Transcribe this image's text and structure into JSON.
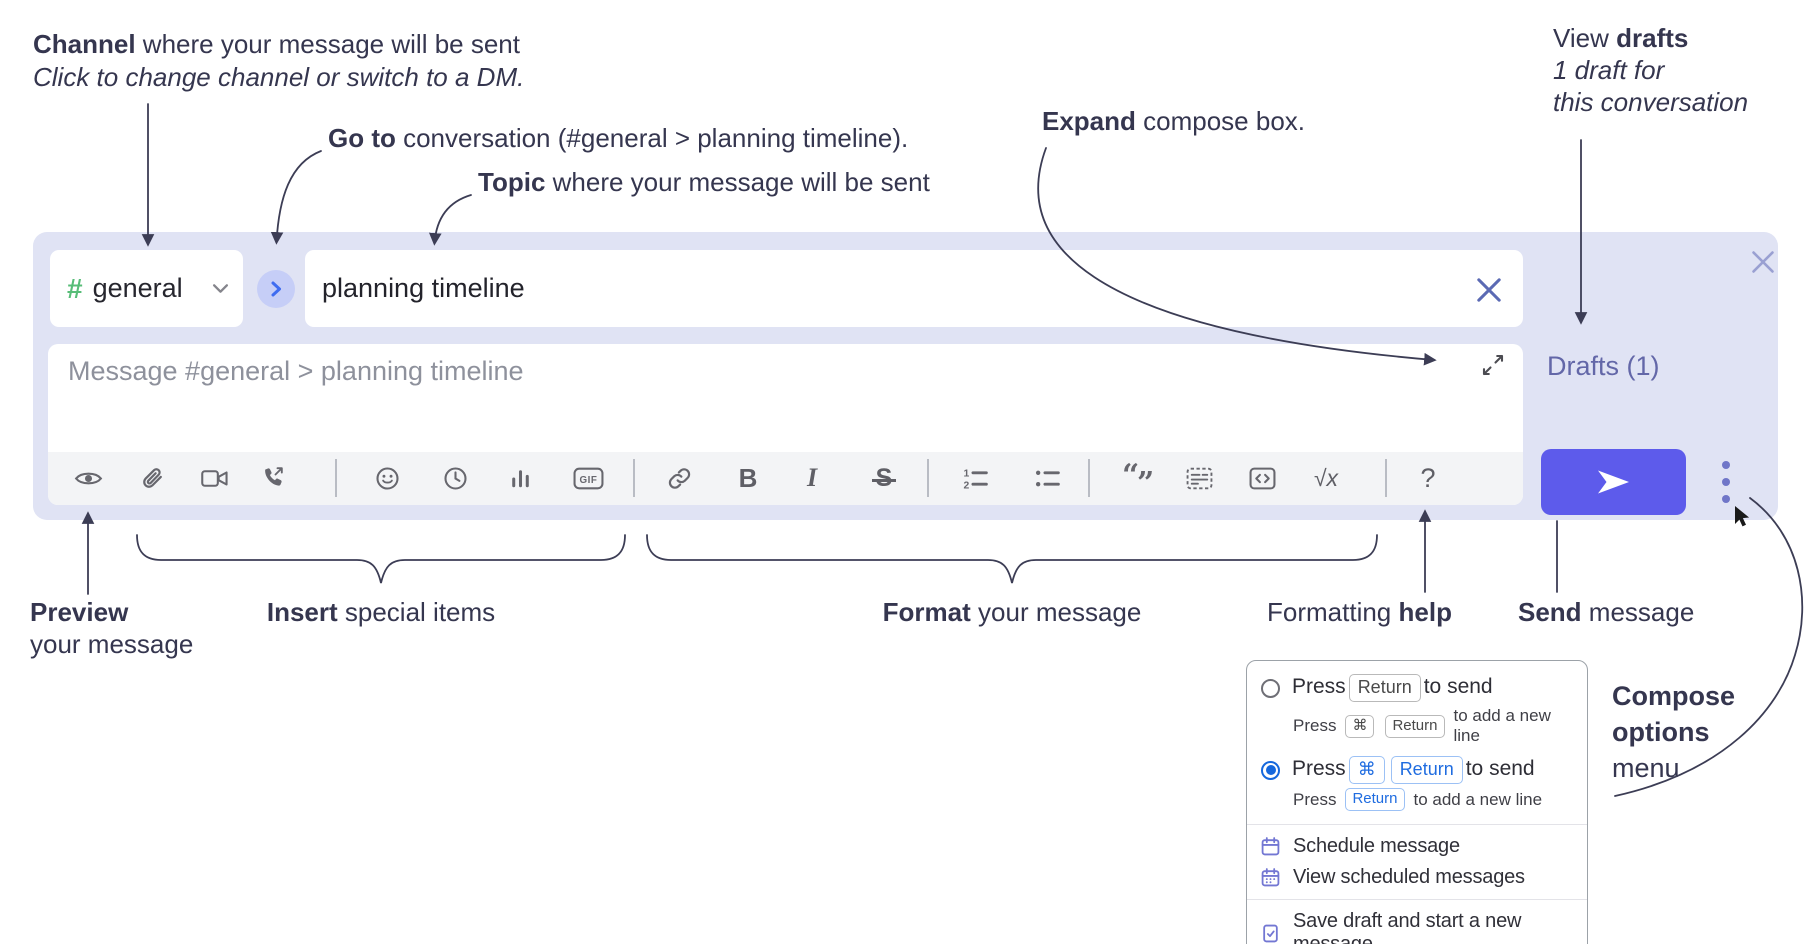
{
  "annotations": {
    "channel_line1_bold": "Channel",
    "channel_line1_rest": " where your message will be sent",
    "channel_line2": "Click to change channel or switch to a DM.",
    "goto_bold": "Go to",
    "goto_rest": " conversation (#general > planning timeline).",
    "topic_bold": "Topic",
    "topic_rest": " where your message will be sent",
    "expand_bold": "Expand",
    "expand_rest": " compose box.",
    "drafts_pre": "View ",
    "drafts_bold": "drafts",
    "drafts_line2": "1 draft for",
    "drafts_line3": "this conversation",
    "preview_bold": "Preview",
    "preview_line2": "your message",
    "insert_bold": "Insert",
    "insert_rest": " special items",
    "format_bold": "Format",
    "format_rest": " your message",
    "help_pre": "Formatting ",
    "help_bold": "help",
    "send_bold": "Send",
    "send_rest": " message",
    "compose_opts_line1": "Compose",
    "compose_opts_line2": "options",
    "compose_opts_line3": "menu"
  },
  "compose": {
    "channel": {
      "hash": "#",
      "name": "general"
    },
    "topic_value": "planning timeline",
    "message_placeholder": "Message #general > planning timeline",
    "drafts_link": "Drafts (1)",
    "toolbar_labels": {
      "gif": "GIF",
      "bold": "B",
      "italic": "I",
      "strike": "S",
      "math": "√x",
      "help": "?"
    }
  },
  "options_menu": {
    "option1": {
      "press": "Press",
      "key1": "Return",
      "suffix": "to send",
      "sub_press": "Press",
      "sub_key1": "⌘",
      "sub_key2": "Return",
      "sub_suffix": "to add a new line"
    },
    "option2": {
      "press": "Press",
      "key1": "⌘",
      "key2": "Return",
      "suffix": "to send",
      "sub_press": "Press",
      "sub_key1": "Return",
      "sub_suffix": "to add a new line"
    },
    "items": [
      {
        "label": "Schedule message"
      },
      {
        "label": "View scheduled messages"
      },
      {
        "label": "Save draft and start a new message"
      }
    ]
  },
  "icons": {
    "toolbar": [
      "preview-eye",
      "attach-file",
      "video-call",
      "audio-call",
      "emoji",
      "add-global-time",
      "poll",
      "gif",
      "link",
      "bold",
      "italic",
      "strikethrough",
      "numbered-list",
      "bulleted-list",
      "quote",
      "spoiler",
      "code",
      "math",
      "help"
    ]
  },
  "colors": {
    "compose_background": "#e0e3f4",
    "toolbar_background": "#f3f4f6",
    "send_button": "#5d5beb",
    "channel_hash_green": "#58bd78",
    "goto_circle": "#c6cef7",
    "goto_chevron_blue": "#3f6cf0",
    "drafts_link": "#6367a8",
    "annotation_ink": "#35364f",
    "radio_selected_blue": "#1668dd",
    "menu_icon_indigo": "#7377d3"
  }
}
